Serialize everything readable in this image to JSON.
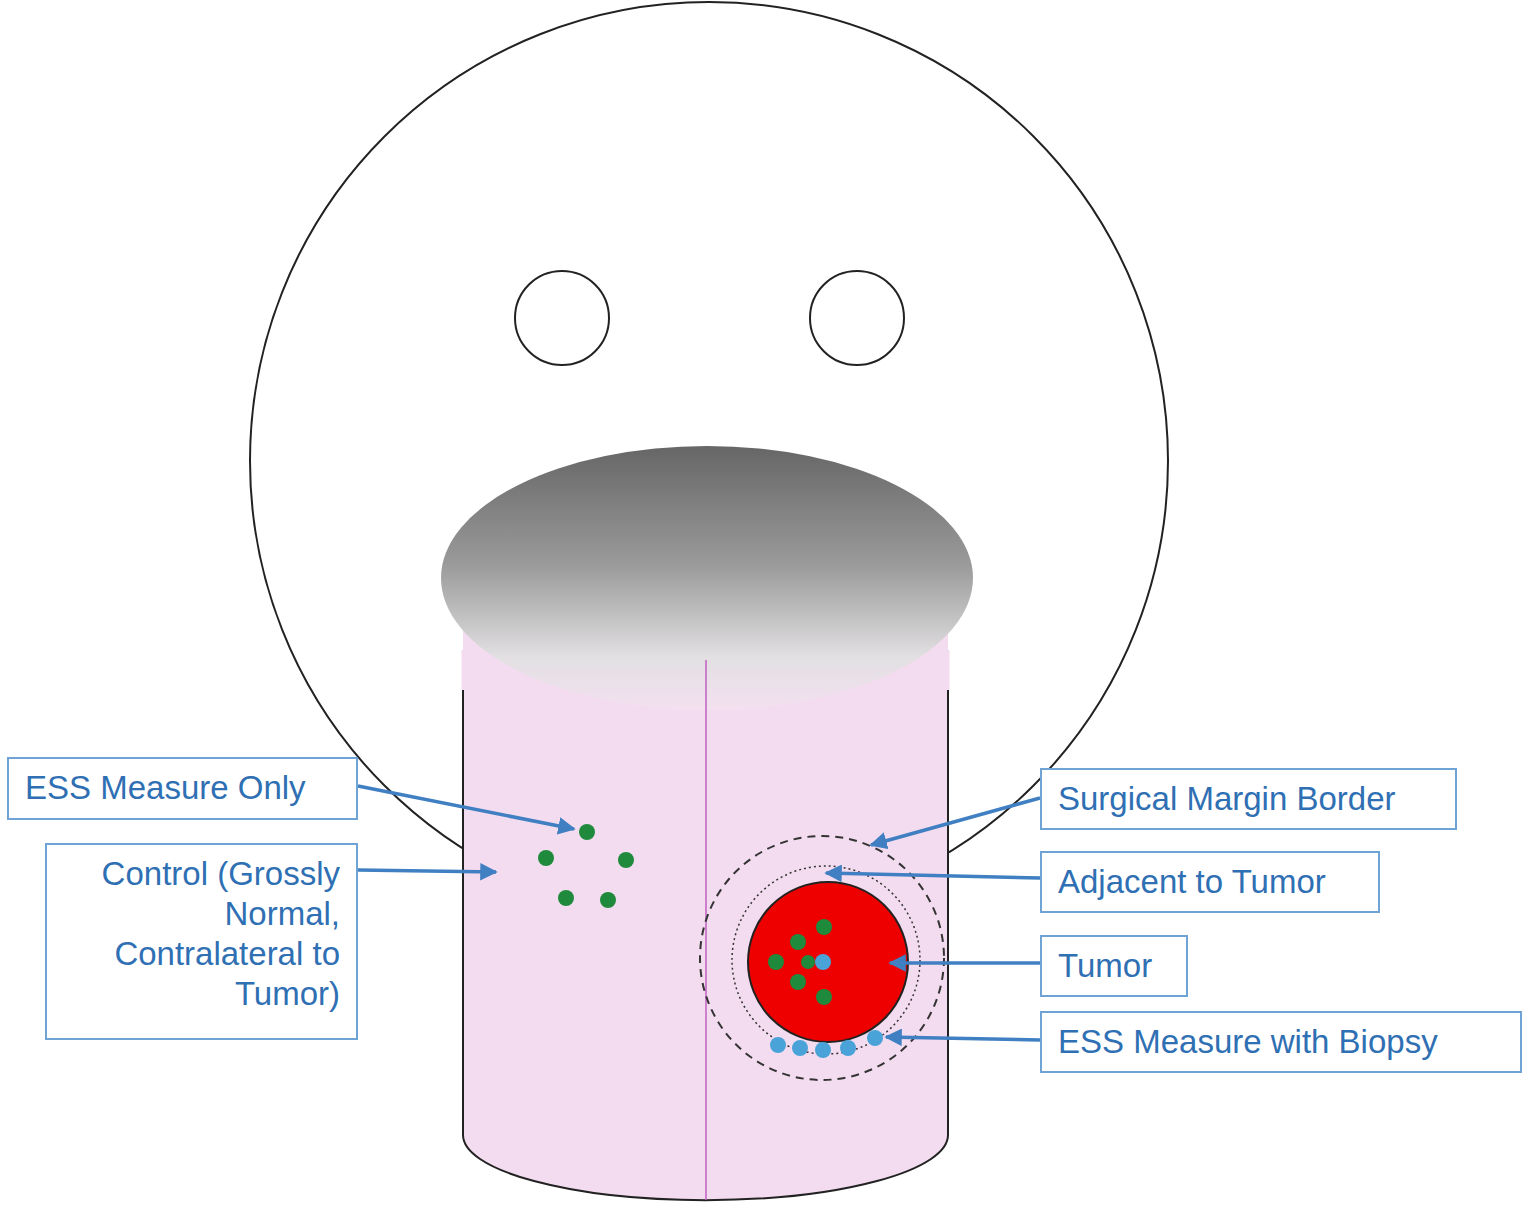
{
  "diagram": {
    "nodes": [
      {
        "text": [
          "ESS Measure Only"
        ]
      },
      {
        "text": [
          "Surgical Margin Border"
        ]
      },
      {
        "text": [
          "Control (Grossly Normal, Contralateral to Tumor)"
        ]
      },
      {
        "text": [
          "Adjacent to Tumor"
        ]
      },
      {
        "text": [
          "Tumor"
        ]
      },
      {
        "text": [
          "ESS Measure with Biopsy"
        ]
      }
    ]
  }
}
